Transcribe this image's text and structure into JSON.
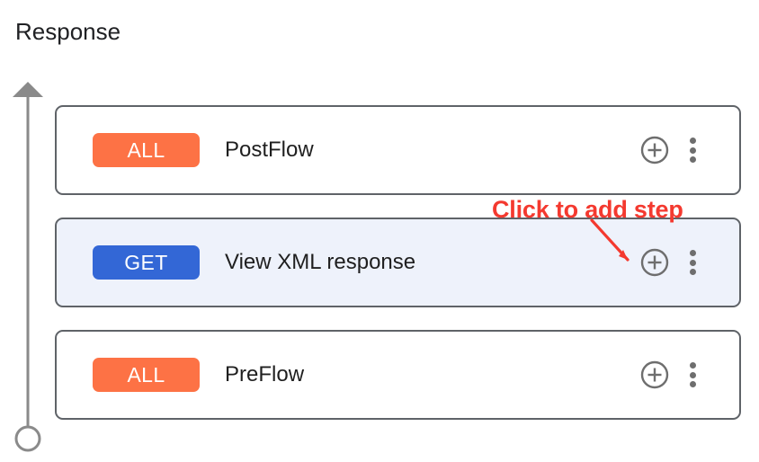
{
  "page": {
    "title": "Response"
  },
  "flow_axis": {
    "icon_arrow": "arrow-up-icon",
    "icon_endpoint": "circle-endpoint-icon"
  },
  "annotation": {
    "text": "Click to add step",
    "color": "#f4392f",
    "points_to": "add-step-button-row-2"
  },
  "colors": {
    "badge_all": "#fd7245",
    "badge_get": "#3367d6",
    "row_border": "#5f6368",
    "row_selected_background": "#eef2fb",
    "icon_gray": "#6e6e6e",
    "annotation_red": "#f4392f"
  },
  "rows": [
    {
      "badge": "ALL",
      "badge_type": "all",
      "label": "PostFlow",
      "selected": false,
      "add_icon": "plus-circle-icon",
      "menu_icon": "kebab-menu-icon"
    },
    {
      "badge": "GET",
      "badge_type": "get",
      "label": "View XML response",
      "selected": true,
      "add_icon": "plus-circle-icon",
      "menu_icon": "kebab-menu-icon"
    },
    {
      "badge": "ALL",
      "badge_type": "all",
      "label": "PreFlow",
      "selected": false,
      "add_icon": "plus-circle-icon",
      "menu_icon": "kebab-menu-icon"
    }
  ]
}
